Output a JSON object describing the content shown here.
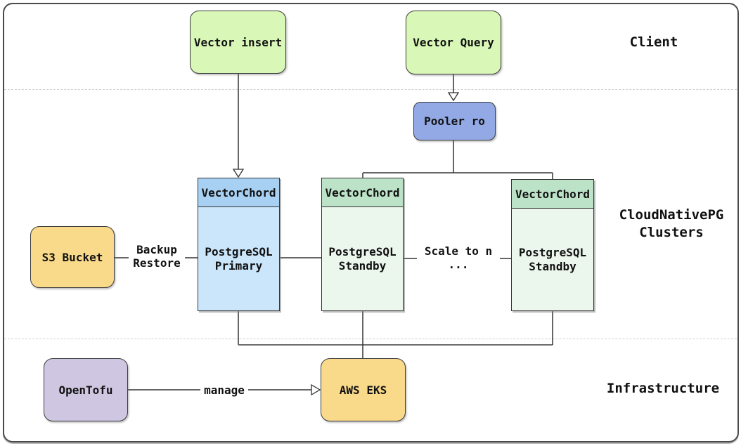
{
  "bands": {
    "client": "Client",
    "clusters_line1": "CloudNativePG",
    "clusters_line2": "Clusters",
    "infrastructure": "Infrastructure"
  },
  "nodes": {
    "vector_insert": {
      "label": "Vector insert"
    },
    "vector_query": {
      "label": "Vector Query"
    },
    "pooler": {
      "label": "Pooler ro"
    },
    "primary": {
      "header": "VectorChord",
      "name_line1": "PostgreSQL",
      "name_line2": "Primary"
    },
    "standby1": {
      "header": "VectorChord",
      "name_line1": "PostgreSQL",
      "name_line2": "Standby"
    },
    "standby2": {
      "header": "VectorChord",
      "name_line1": "PostgreSQL",
      "name_line2": "Standby"
    },
    "s3_bucket": {
      "label": "S3 Bucket"
    },
    "opentofu": {
      "label": "OpenTofu"
    },
    "aws_eks": {
      "label": "AWS EKS"
    }
  },
  "edges": {
    "backup_restore": {
      "line1": "Backup",
      "line2": "Restore"
    },
    "scale": {
      "line1": "Scale to n",
      "line2": "..."
    },
    "manage": {
      "label": "manage"
    }
  },
  "colors": {
    "client_green": "#d9f7b7",
    "pooler_blue": "#92a9e5",
    "primary_header_blue": "#a7d0f3",
    "primary_body_blue": "#cbe5fa",
    "standby_header_green": "#bce2c8",
    "standby_body_green": "#ebf6ed",
    "bucket_yellow": "#f9da8b",
    "opentofu_purple": "#cfc7e2",
    "line_dark": "#333333",
    "divider_gray": "#cfcfcf"
  }
}
